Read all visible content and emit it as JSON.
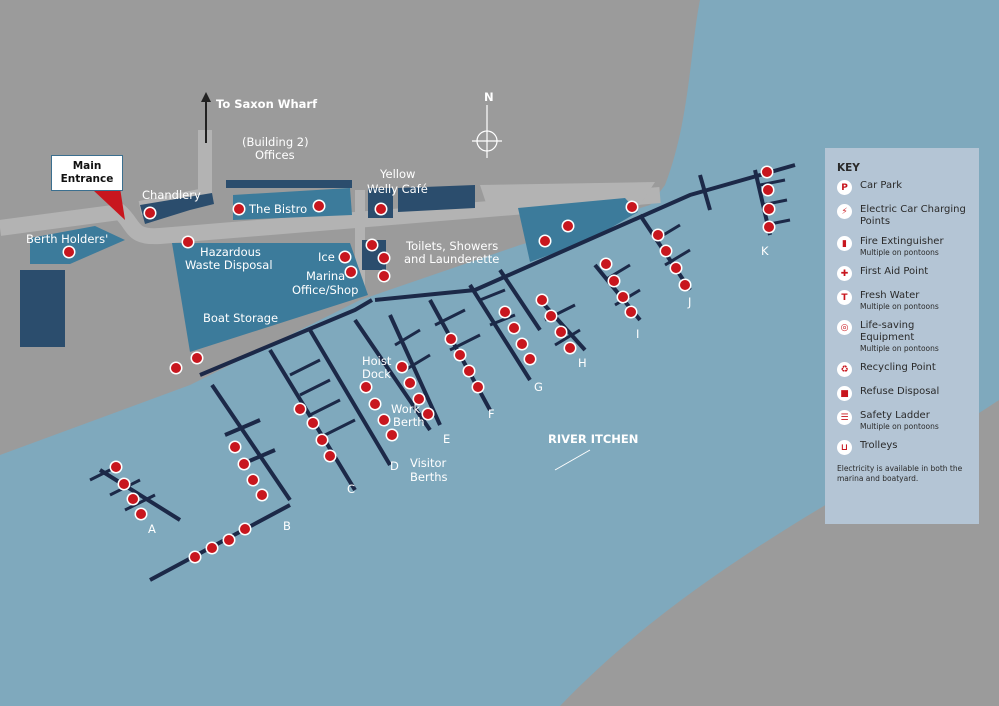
{
  "colors": {
    "land": "#9b9b9b",
    "water": "#7fa9bd",
    "road": "#b3b3b3",
    "building": "#2b4d6d",
    "area": "#3c7b9b",
    "pontoon": "#1c2948",
    "icon": "#c8161e",
    "key_bg": "#b4c5d5"
  },
  "compass": {
    "label": "N"
  },
  "labels": {
    "saxon": "To Saxon Wharf",
    "building2_a": "(Building 2)",
    "building2_b": "Offices",
    "yellow_a": "Yellow",
    "yellow_b": "Welly Café",
    "chandlery": "Chandlery",
    "bistro": "The Bistro",
    "berth_holders": "Berth Holders'",
    "hazard_a": "Hazardous",
    "hazard_b": "Waste Disposal",
    "ice": "Ice",
    "office_a": "Marina",
    "office_b": "Office/Shop",
    "toilets_a": "Toilets, Showers",
    "toilets_b": "and Launderette",
    "boat_storage": "Boat Storage",
    "hoist_a": "Hoist",
    "hoist_b": "Dock",
    "work_a": "Work",
    "work_b": "Berth",
    "visitor_a": "Visitor",
    "visitor_b": "Berths",
    "river": "RIVER ITCHEN",
    "entrance_a": "Main",
    "entrance_b": "Entrance"
  },
  "pontoons": [
    "A",
    "B",
    "C",
    "D",
    "E",
    "F",
    "G",
    "H",
    "I",
    "J",
    "K"
  ],
  "key": {
    "title": "KEY",
    "items": [
      {
        "icon": "car-park-icon",
        "glyph": "P",
        "label": "Car Park",
        "sub": ""
      },
      {
        "icon": "ev-charging-icon",
        "glyph": "⚡",
        "label": "Electric Car Charging Points",
        "sub": ""
      },
      {
        "icon": "fire-extinguisher-icon",
        "glyph": "▮",
        "label": "Fire Extinguisher",
        "sub": "Multiple on pontoons"
      },
      {
        "icon": "first-aid-icon",
        "glyph": "✚",
        "label": "First Aid Point",
        "sub": ""
      },
      {
        "icon": "fresh-water-icon",
        "glyph": "T",
        "label": "Fresh Water",
        "sub": "Multiple on pontoons"
      },
      {
        "icon": "lifebuoy-icon",
        "glyph": "◎",
        "label": "Life-saving Equipment",
        "sub": "Multiple on pontoons"
      },
      {
        "icon": "recycling-icon",
        "glyph": "♻",
        "label": "Recycling Point",
        "sub": ""
      },
      {
        "icon": "refuse-icon",
        "glyph": "■",
        "label": "Refuse Disposal",
        "sub": ""
      },
      {
        "icon": "ladder-icon",
        "glyph": "☰",
        "label": "Safety Ladder",
        "sub": "Multiple on pontoons"
      },
      {
        "icon": "trolley-icon",
        "glyph": "⊔",
        "label": "Trolleys",
        "sub": ""
      }
    ],
    "note": "Electricity is available in both the marina and boatyard."
  }
}
